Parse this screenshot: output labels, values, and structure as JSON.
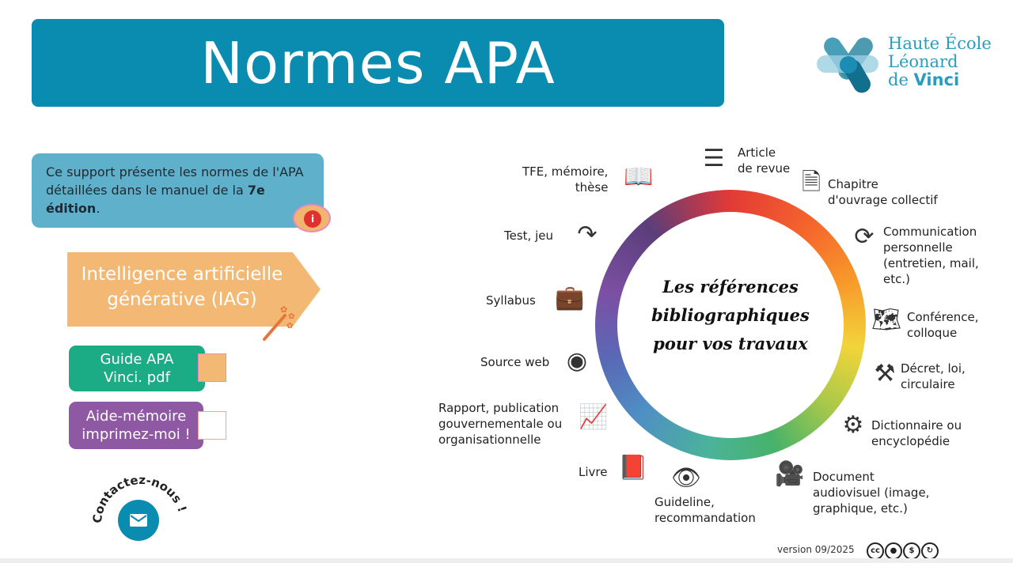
{
  "title": "Normes APA",
  "logo": {
    "line1": "Haute École",
    "line2": "Léonard",
    "line3_a": "de ",
    "line3_b": "Vinci"
  },
  "info": {
    "text_a": "Ce support présente les normes de l'APA détaillées dans le manuel de la ",
    "text_bold": "7e édition",
    "text_end": ".",
    "badge": "i"
  },
  "iag": {
    "label": "Intelligence artificielle générative (IAG)"
  },
  "guide_button": "Guide APA\nVinci. pdf",
  "aide_button": "Aide-mémoire\nimprimez-moi !",
  "contact": "Contactez-nous !",
  "center_title": "Les références bibliographiques pour vos travaux",
  "categories": [
    {
      "label": "Article\nde revue",
      "icon": "message-lines-icon"
    },
    {
      "label": "Chapitre\nd'ouvrage collectif",
      "icon": "document-icon"
    },
    {
      "label": "Communication\npersonnelle\n(entretien, mail,\netc.)",
      "icon": "cycle-arrows-icon"
    },
    {
      "label": "Conférence,\ncolloque",
      "icon": "map-icon"
    },
    {
      "label": "Décret, loi,\ncirculaire",
      "icon": "gavel-icon"
    },
    {
      "label": "Dictionnaire ou\nencyclopédie",
      "icon": "gears-icon"
    },
    {
      "label": "Document\naudiovisuel (image,\ngraphique, etc.)",
      "icon": "camera-icon"
    },
    {
      "label": "Guideline,\nrecommandation",
      "icon": "eye-icon"
    },
    {
      "label": "Livre",
      "icon": "book-icon"
    },
    {
      "label": "Rapport, publication\ngouvernementale ou\norganisationnelle",
      "icon": "chart-icon"
    },
    {
      "label": "Source web",
      "icon": "signal-icon"
    },
    {
      "label": "Syllabus",
      "icon": "briefcase-icon"
    },
    {
      "label": "Test, jeu",
      "icon": "shapes-icon"
    },
    {
      "label": "TFE, mémoire,\nthèse",
      "icon": "open-book-icon"
    }
  ],
  "version": "version 09/2025",
  "license": [
    "cc",
    "BY",
    "NC",
    "SA"
  ],
  "colors": {
    "title_bg": "#0a8bb0",
    "info_bg": "#5fb1cb",
    "iag_bg": "#f2b874",
    "guide_bg": "#1bab85",
    "aide_bg": "#8e58a3"
  }
}
